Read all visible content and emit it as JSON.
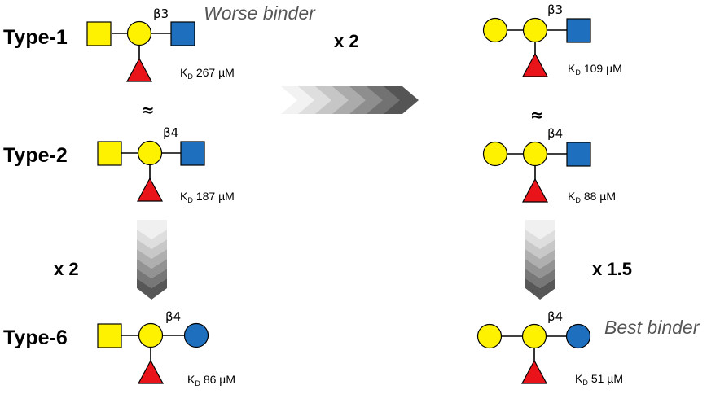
{
  "colors": {
    "galactose": "#FFF200",
    "glcnac": "#1F6FBF",
    "glucose": "#1F6FBF",
    "fucose": "#E8141A",
    "link": "#000000"
  },
  "labels": {
    "type1": "Type-1",
    "type2": "Type-2",
    "type6": "Type-6"
  },
  "notes": {
    "worse": "Worse binder",
    "best": "Best binder"
  },
  "multipliers": {
    "horizontal": "x 2",
    "left_vertical": "x 2",
    "right_vertical": "x 1.5"
  },
  "approx_symbol": "≈",
  "glycans": {
    "t1_left": {
      "linkage": "β3",
      "kd_prefix": "K",
      "kd_sub": "D",
      "kd_value": "267 µM"
    },
    "t1_right": {
      "linkage": "β3",
      "kd_prefix": "K",
      "kd_sub": "D",
      "kd_value": "109 µM"
    },
    "t2_left": {
      "linkage": "β4",
      "kd_prefix": "K",
      "kd_sub": "D",
      "kd_value": "187 µM"
    },
    "t2_right": {
      "linkage": "β4",
      "kd_prefix": "K",
      "kd_sub": "D",
      "kd_value": "88 µM"
    },
    "t6_left": {
      "linkage": "β4",
      "kd_prefix": "K",
      "kd_sub": "D",
      "kd_value": "86 µM"
    },
    "t6_right": {
      "linkage": "β4",
      "kd_prefix": "K",
      "kd_sub": "D",
      "kd_value": "51 µM"
    }
  }
}
